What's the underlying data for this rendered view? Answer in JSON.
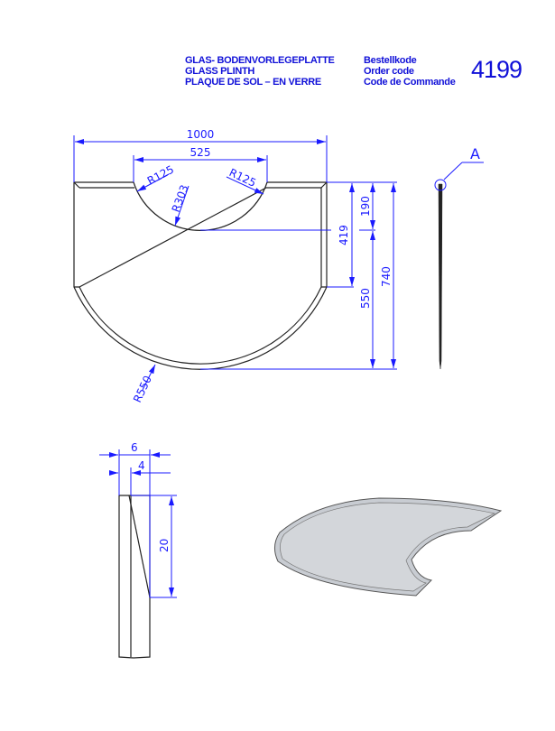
{
  "title": {
    "lines": [
      "GLAS- BODENVORLEGEPLATTE",
      "GLASS PLINTH",
      "PLAQUE DE SOL – EN VERRE"
    ],
    "order_labels": [
      "Bestellkode",
      "Order code",
      "Code de Commande"
    ],
    "order_code": "4199"
  },
  "plan_view": {
    "dims": {
      "width": "1000",
      "notch_width": "525",
      "r_left": "R125",
      "r_right": "R125",
      "r_notch": "R303",
      "d419": "419",
      "d190": "190",
      "d550": "550",
      "d740": "740",
      "r_outer": "R550"
    }
  },
  "side_view": {
    "detail_label": "A"
  },
  "section": {
    "dims": {
      "thickness": "6",
      "edge": "4",
      "bevel_height": "20"
    }
  },
  "colors": {
    "dimension": "#1a1aff",
    "title": "#1010d8",
    "glass": "#c8ccd2"
  }
}
